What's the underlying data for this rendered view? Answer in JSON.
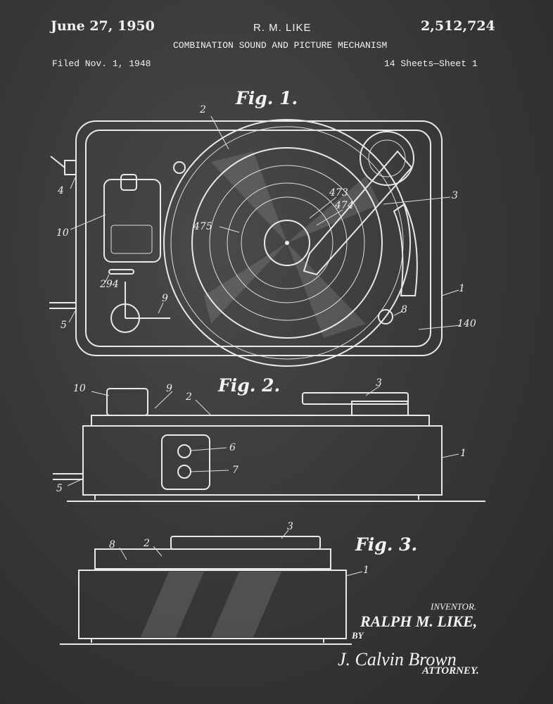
{
  "header": {
    "date": "June 27, 1950",
    "inventor_short": "R. M. LIKE",
    "patent_number": "2,512,724",
    "title": "COMBINATION SOUND AND PICTURE MECHANISM",
    "filed": "Filed Nov. 1, 1948",
    "sheets": "14 Sheets—Sheet 1"
  },
  "figures": {
    "fig1": {
      "title": "Fig. 1.",
      "labels": [
        "2",
        "4",
        "10",
        "294",
        "5",
        "9",
        "473",
        "474",
        "475",
        "3",
        "1",
        "8",
        "140"
      ]
    },
    "fig2": {
      "title": "Fig. 2.",
      "labels": [
        "10",
        "9",
        "2",
        "3",
        "6",
        "7",
        "5",
        "1"
      ]
    },
    "fig3": {
      "title": "Fig. 3.",
      "labels": [
        "8",
        "2",
        "3",
        "1"
      ]
    }
  },
  "footer": {
    "inventor_label": "INVENTOR.",
    "inventor_name": "RALPH M. LIKE,",
    "by": "BY",
    "signature": "J. Calvin Brown",
    "attorney": "ATTORNEY."
  },
  "colors": {
    "background": "#3a3a3a",
    "ink": "#f0f0f0"
  }
}
